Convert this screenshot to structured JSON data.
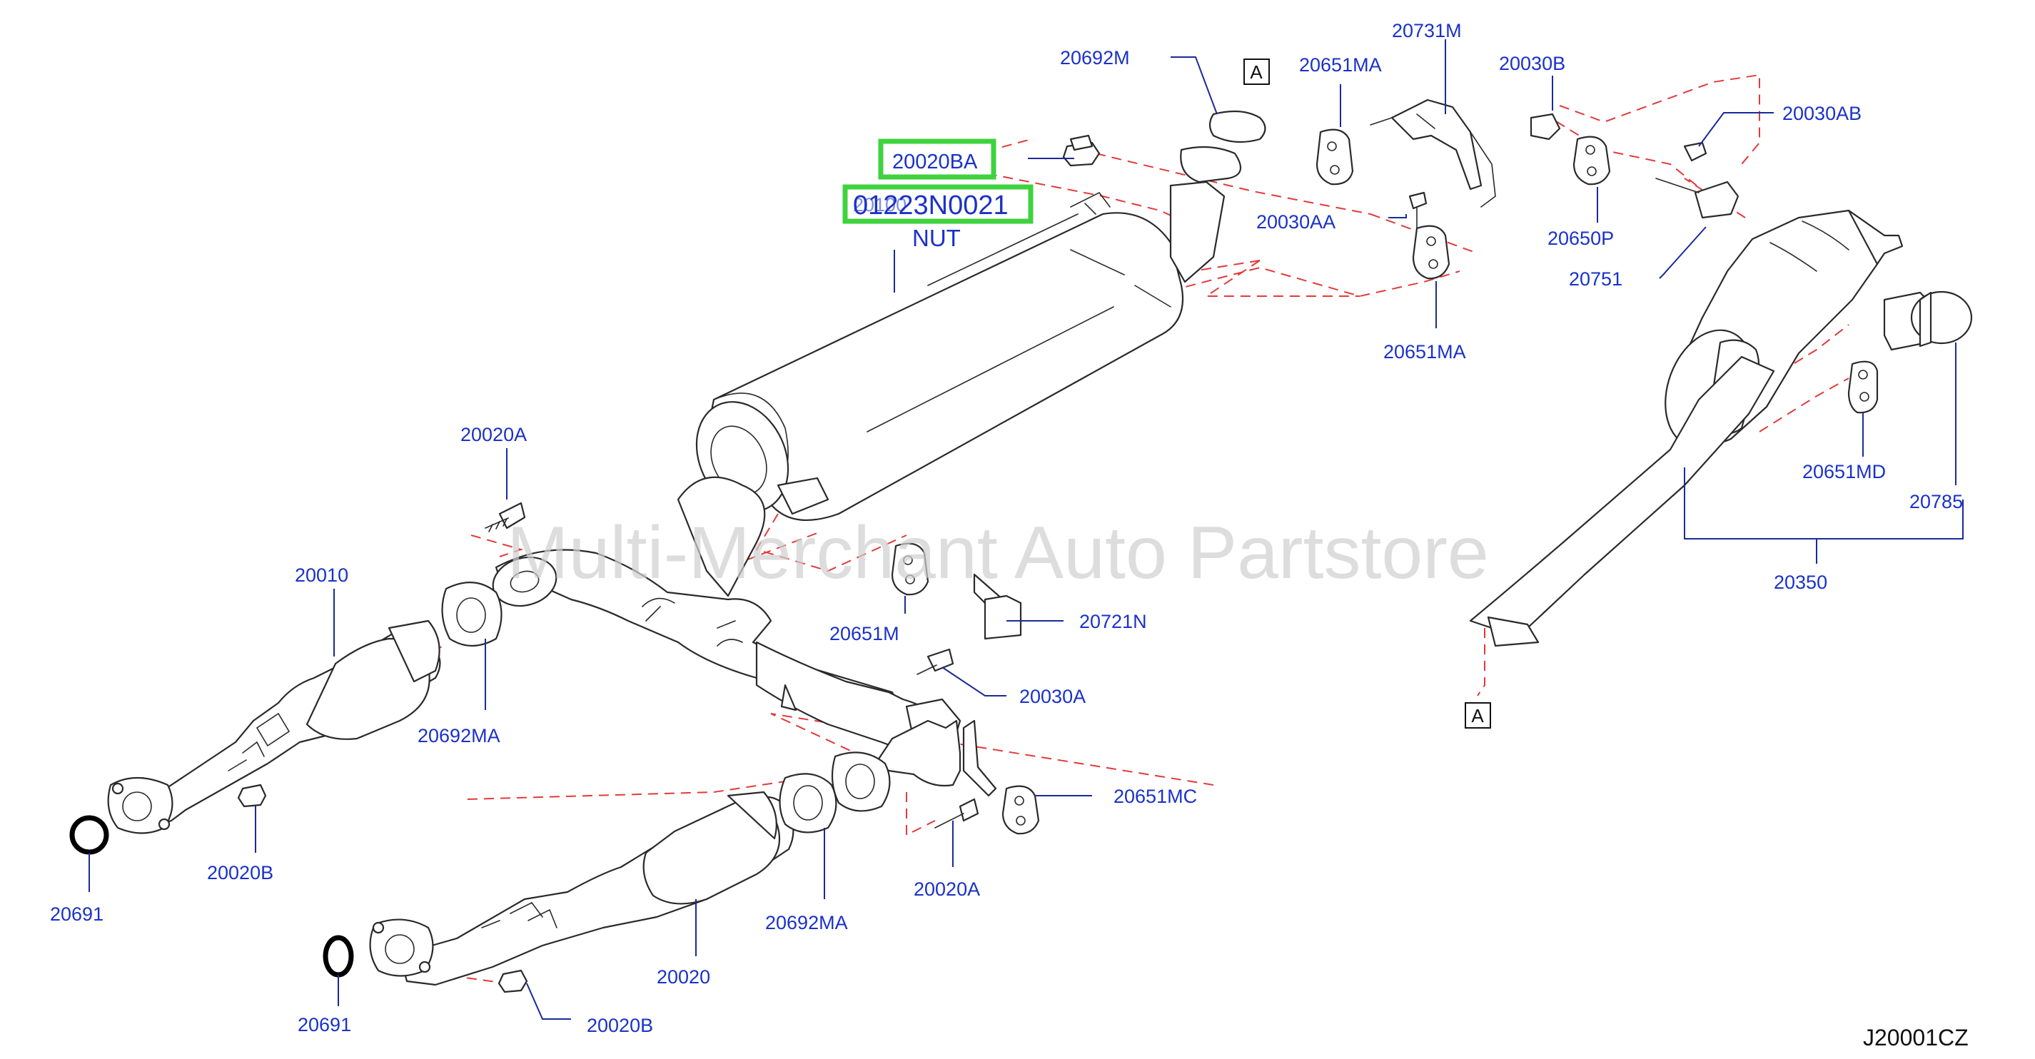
{
  "watermark": "Multi-Merchant Auto Partstore",
  "diagram_code": "J20001CZ",
  "highlight": {
    "part_box": "20020BA",
    "part_number": "01223N0021",
    "part_name": "NUT",
    "accent_color": "#3fd23f"
  },
  "labels": {
    "p20692M": "20692M",
    "p20651MA_top": "20651MA",
    "p20731M": "20731M",
    "p20030B": "20030B",
    "p20030AB": "20030AB",
    "p20100": "20100",
    "p20030AA": "20030AA",
    "p20650P": "20650P",
    "p20751": "20751",
    "p20651MA_bottom": "20651MA",
    "p20020A_top": "20020A",
    "p20010": "20010",
    "p20651M": "20651M",
    "p20721N": "20721N",
    "p20030A": "20030A",
    "p20692MA_upper": "20692MA",
    "p20651MC": "20651MC",
    "p20020B_upper": "20020B",
    "p20691_upper": "20691",
    "p20020A_bottom": "20020A",
    "p20692MA_lower": "20692MA",
    "p20020": "20020",
    "p20691_lower": "20691",
    "p20020B_lower": "20020B",
    "p20651MD": "20651MD",
    "p20785": "20785",
    "p20350": "20350"
  },
  "markers": {
    "a_top": "A",
    "a_bottom": "A"
  },
  "colors": {
    "label": "#1a32c8",
    "dashed_line": "#e23a3a",
    "outline": "#2a2a2a"
  }
}
